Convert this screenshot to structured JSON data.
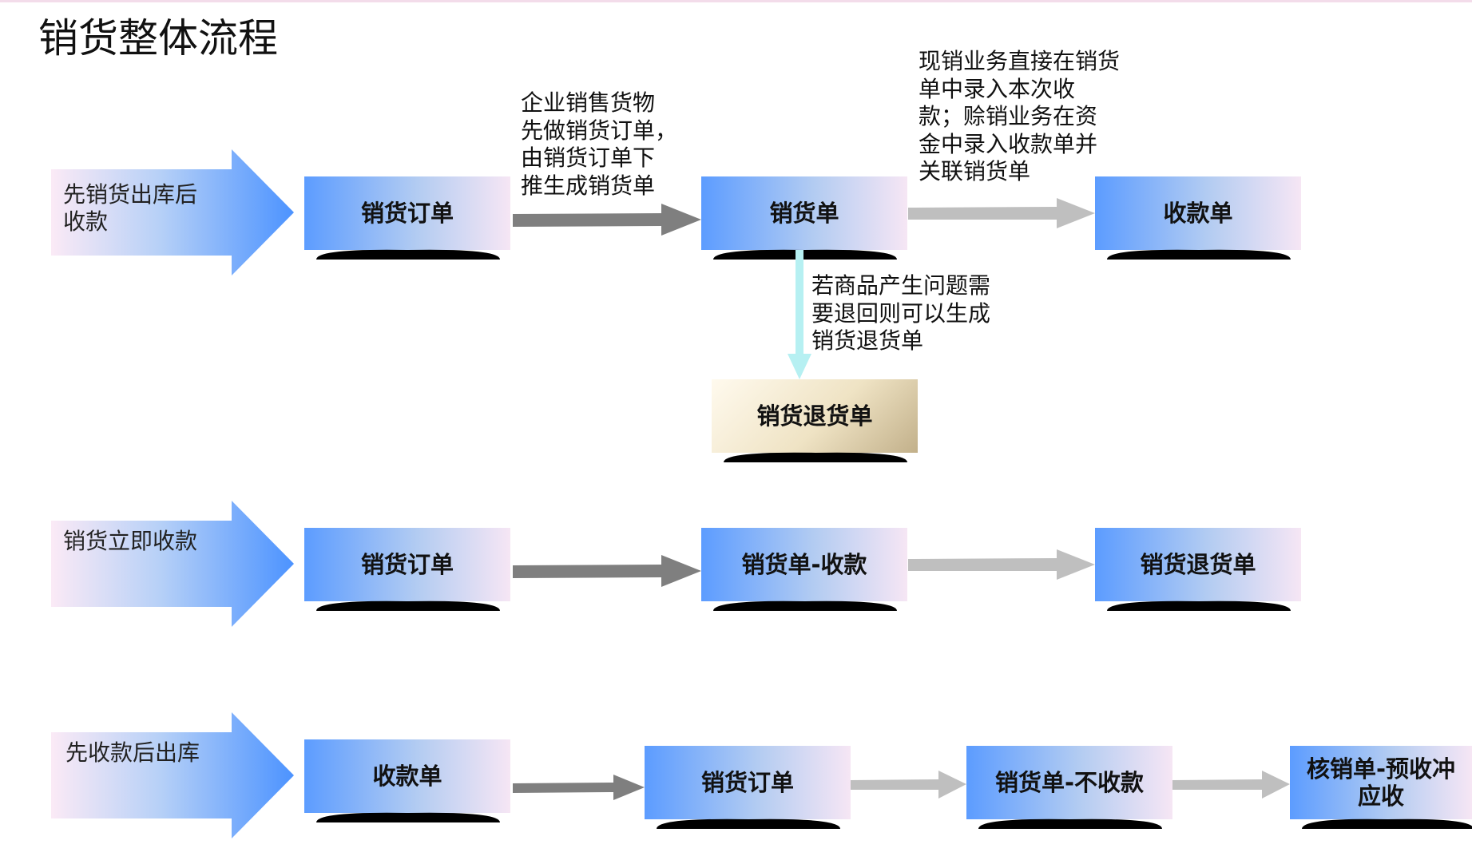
{
  "title": "销货整体流程",
  "rows": [
    {
      "label": "先销货出库后\n收款",
      "nodes": [
        "销货订单",
        "销货单",
        "收款单"
      ],
      "branch_node": "销货退货单",
      "notes": {
        "order_to_sale": "企业销售货物\n先做销货订单，\n由销货订单下\n推生成销货单",
        "sale_to_receipt": "现销业务直接在销货\n单中录入本次收\n款；赊销业务在资\n金中录入收款单并\n关联销货单",
        "return": "若商品产生问题需\n要退回则可以生成\n销货退货单"
      }
    },
    {
      "label": "销货立即收款",
      "nodes": [
        "销货订单",
        "销货单-收款",
        "销货退货单"
      ]
    },
    {
      "label": "先收款后出库",
      "nodes": [
        "收款单",
        "销货订单",
        "销货单-不收款",
        "核销单-预收冲\n应收"
      ]
    }
  ],
  "colors": {
    "node_left": "#5c9cff",
    "node_mid": "#b3ccf2",
    "node_right": "#f6e6f4",
    "arrow_dark": "#7f7f7f",
    "arrow_light": "#bfbfbf",
    "arrow_return": "#b6f0f2",
    "return_node": "#efe3c4"
  }
}
